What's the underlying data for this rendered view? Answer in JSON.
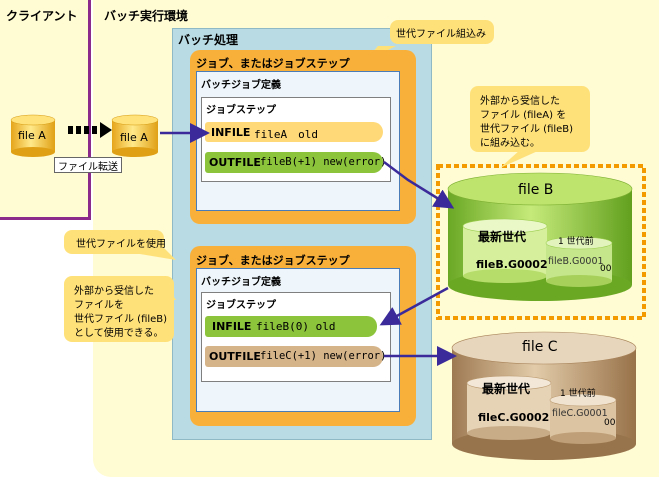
{
  "client": {
    "title": "クライアント",
    "file_label": "file A",
    "transfer_label": "ファイル転送"
  },
  "batch_env": {
    "title": "バッチ実行環境",
    "file_a_label": "file A",
    "batch_processing_title": "バッチ処理",
    "callout_gen_register": "世代ファイル組込み",
    "callout_gen_use": "世代ファイルを使用",
    "note_register": [
      "外部から受信した",
      "ファイル (fileA) を",
      "世代ファイル (fileB)",
      "に組み込む。"
    ],
    "note_use": [
      "外部から受信した",
      "ファイルを",
      "世代ファイル (fileB)",
      "として使用できる。"
    ],
    "job1": {
      "title": "ジョブ、またはジョブステップ",
      "def_title": "バッチジョブ定義",
      "step_title": "ジョブステップ",
      "infile_kw": "INFILE",
      "infile_args": "fileA　old",
      "outfile_kw": "OUTFILE",
      "outfile_args": "fileB(+1) new(error)"
    },
    "job2": {
      "title": "ジョブ、またはジョブステップ",
      "def_title": "バッチジョブ定義",
      "step_title": "ジョブステップ",
      "infile_kw": "INFILE",
      "infile_args": "fileB(0) old",
      "outfile_kw": "OUTFILE",
      "outfile_args": "fileC(+1) new(error)"
    },
    "file_b": {
      "title": "file B",
      "latest_label": "最新世代",
      "latest_name": "fileB.G0002",
      "prev_label": "1 世代前",
      "prev_name": "fileB.G0001",
      "prev_suffix": "00"
    },
    "file_c": {
      "title": "file C",
      "latest_label": "最新世代",
      "latest_name": "fileC.G0002",
      "prev_label": "1 世代前",
      "prev_name": "fileC.G0001",
      "prev_suffix": "00"
    }
  },
  "colors": {
    "env_fill": "#fffbd2",
    "client_border": "#8b2a8b",
    "batch_box": "#b9dbe3",
    "orange": "#f8b03a",
    "green": "#8cc43c",
    "tan": "#c8a67c",
    "arrow": "#3a2a9a",
    "dotted": "#f39a00"
  }
}
